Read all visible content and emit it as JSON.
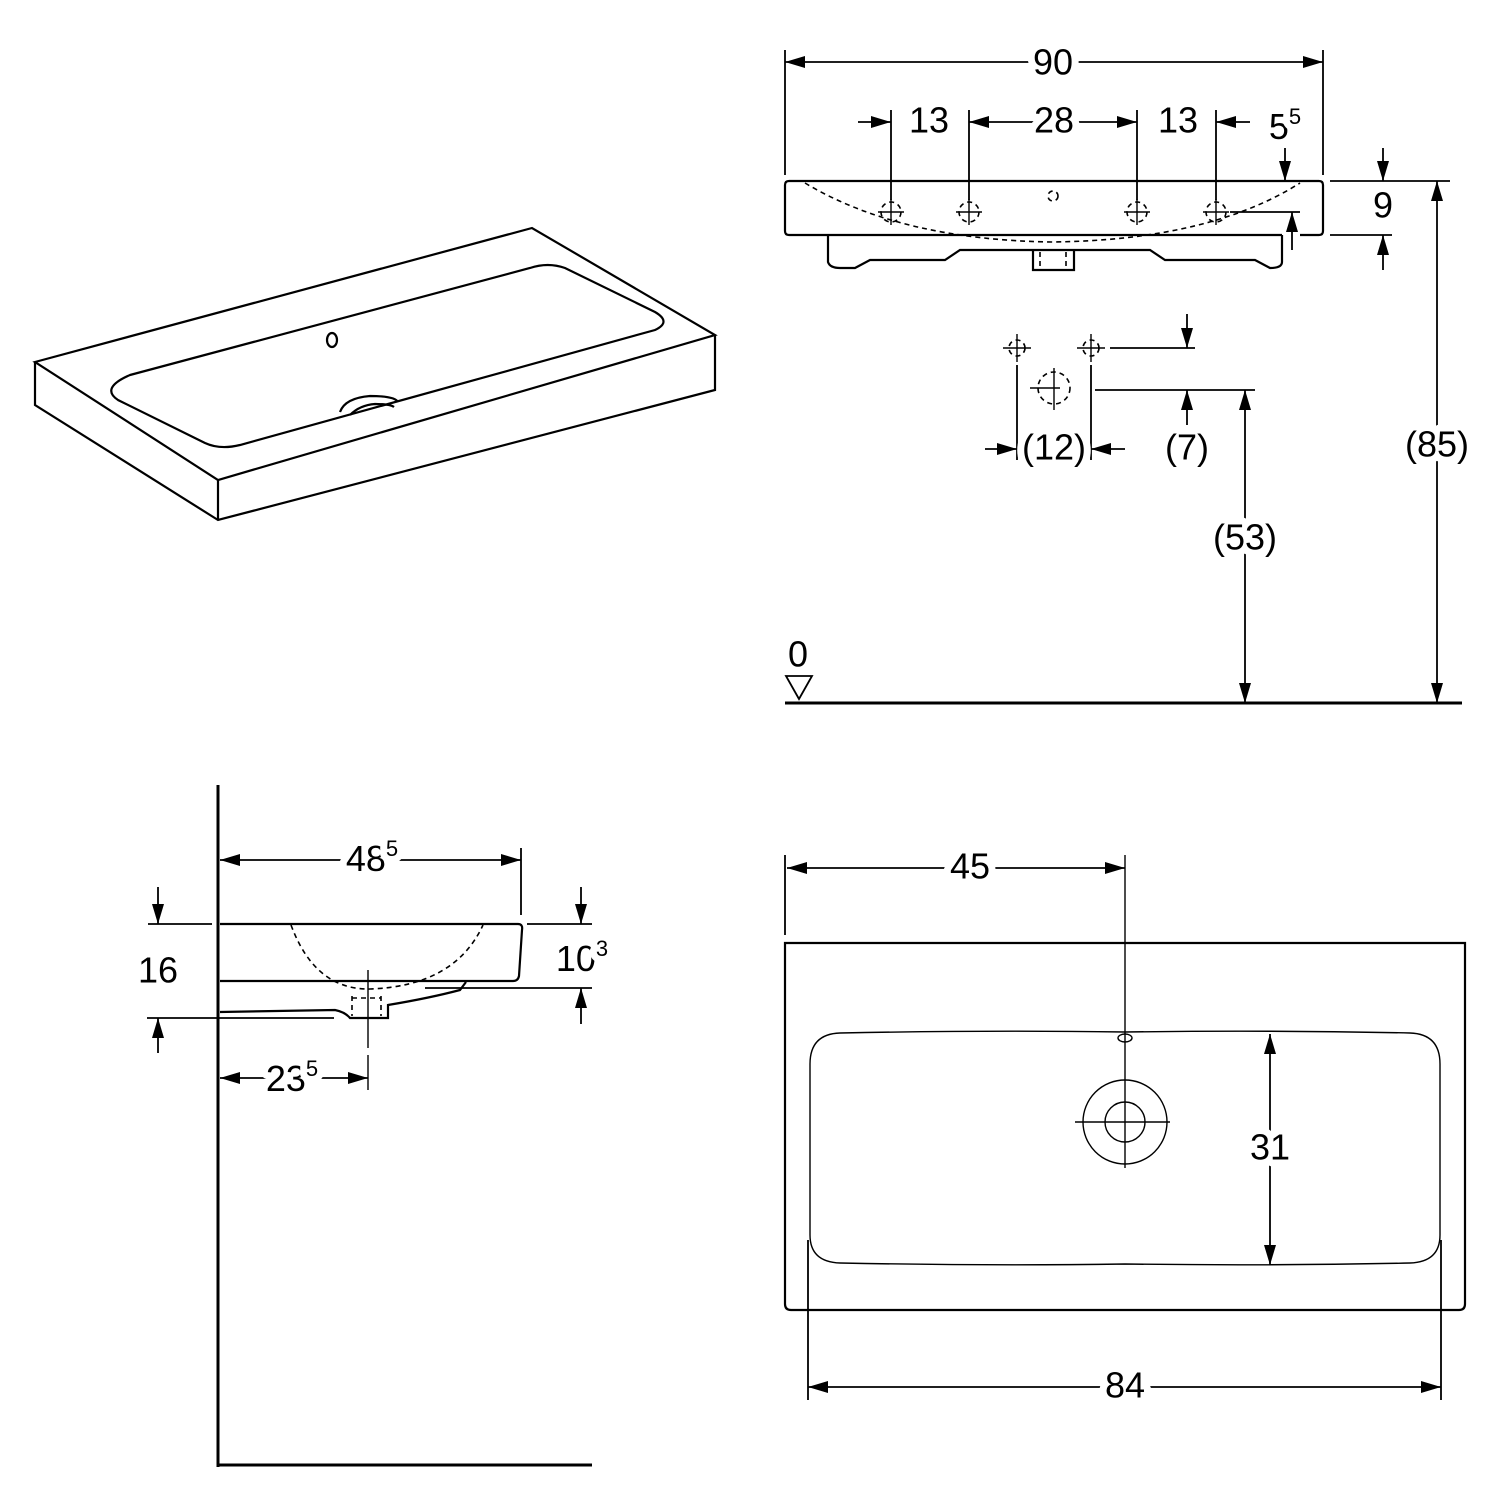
{
  "front_view": {
    "overall_width": "90",
    "tap_spacing_left": "13",
    "tap_spacing_center": "28",
    "tap_spacing_right": "13",
    "edge_offset": "5",
    "edge_offset_sup": "5",
    "rim_height": "9",
    "waste_spacing": "(12)",
    "waste_offset": "(7)",
    "waste_height": "(53)",
    "total_height": "(85)",
    "floor_level": "0"
  },
  "side_view": {
    "depth": "48",
    "depth_sup": "5",
    "overall_height": "16",
    "body_height": "10",
    "body_height_sup": "3",
    "drain_distance": "23",
    "drain_distance_sup": "5"
  },
  "top_view": {
    "drain_offset": "45",
    "basin_depth": "31",
    "basin_width": "84"
  }
}
